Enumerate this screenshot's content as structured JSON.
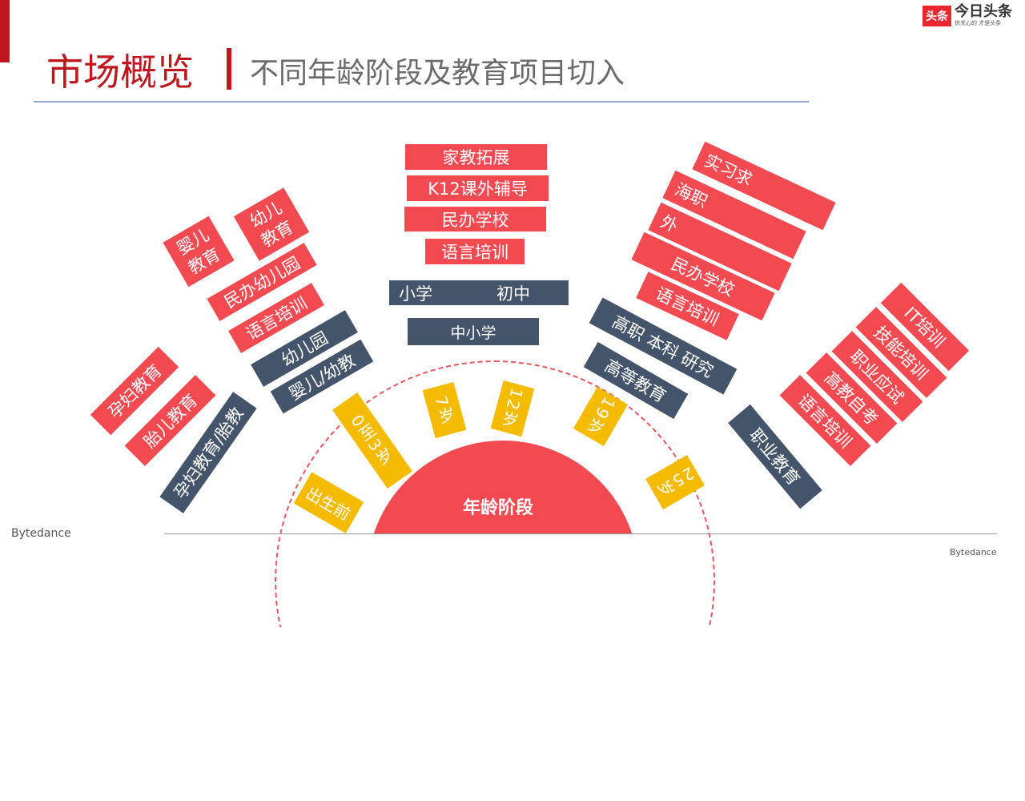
{
  "header": {
    "title": "市场概览",
    "subtitle": "不同年龄阶段及教育项目切入"
  },
  "logo": {
    "badge": "头条",
    "name": "今日头条",
    "slogan": "你关心的 才是头条"
  },
  "footer": {
    "left": "Bytedance",
    "right": "Bytedance"
  },
  "colors": {
    "red": "#f34a52",
    "dark": "#44546a",
    "yellow": "#f5bb00",
    "title_red": "#c0171f"
  },
  "center": {
    "label": "年龄阶段"
  },
  "ages": [
    "出生前",
    "0至3岁",
    "7岁",
    "12岁",
    "19岁",
    "25岁"
  ],
  "center_top": {
    "red": [
      "家教拓展",
      "K12课外辅导",
      "民办学校",
      "语言培训"
    ],
    "stage_left": "小学",
    "stage_right": "初中",
    "stage2": "中小学"
  },
  "left": {
    "red": [
      "婴儿教育",
      "幼儿教育",
      "民办幼儿园",
      "语言培训",
      "孕妇教育",
      "胎儿教育"
    ],
    "dark": [
      "幼儿园",
      "婴儿/幼教",
      "孕妇教育/胎教"
    ]
  },
  "right": {
    "red": [
      "实习求",
      "海职",
      "外",
      "民办学校",
      "语言培训"
    ],
    "dark": [
      "高职 本科 研究",
      "高等教育",
      "职业教育"
    ]
  },
  "far_right": {
    "red": [
      "IT培训",
      "技能培训",
      "职业应试",
      "高教自考",
      "语言培训"
    ]
  }
}
